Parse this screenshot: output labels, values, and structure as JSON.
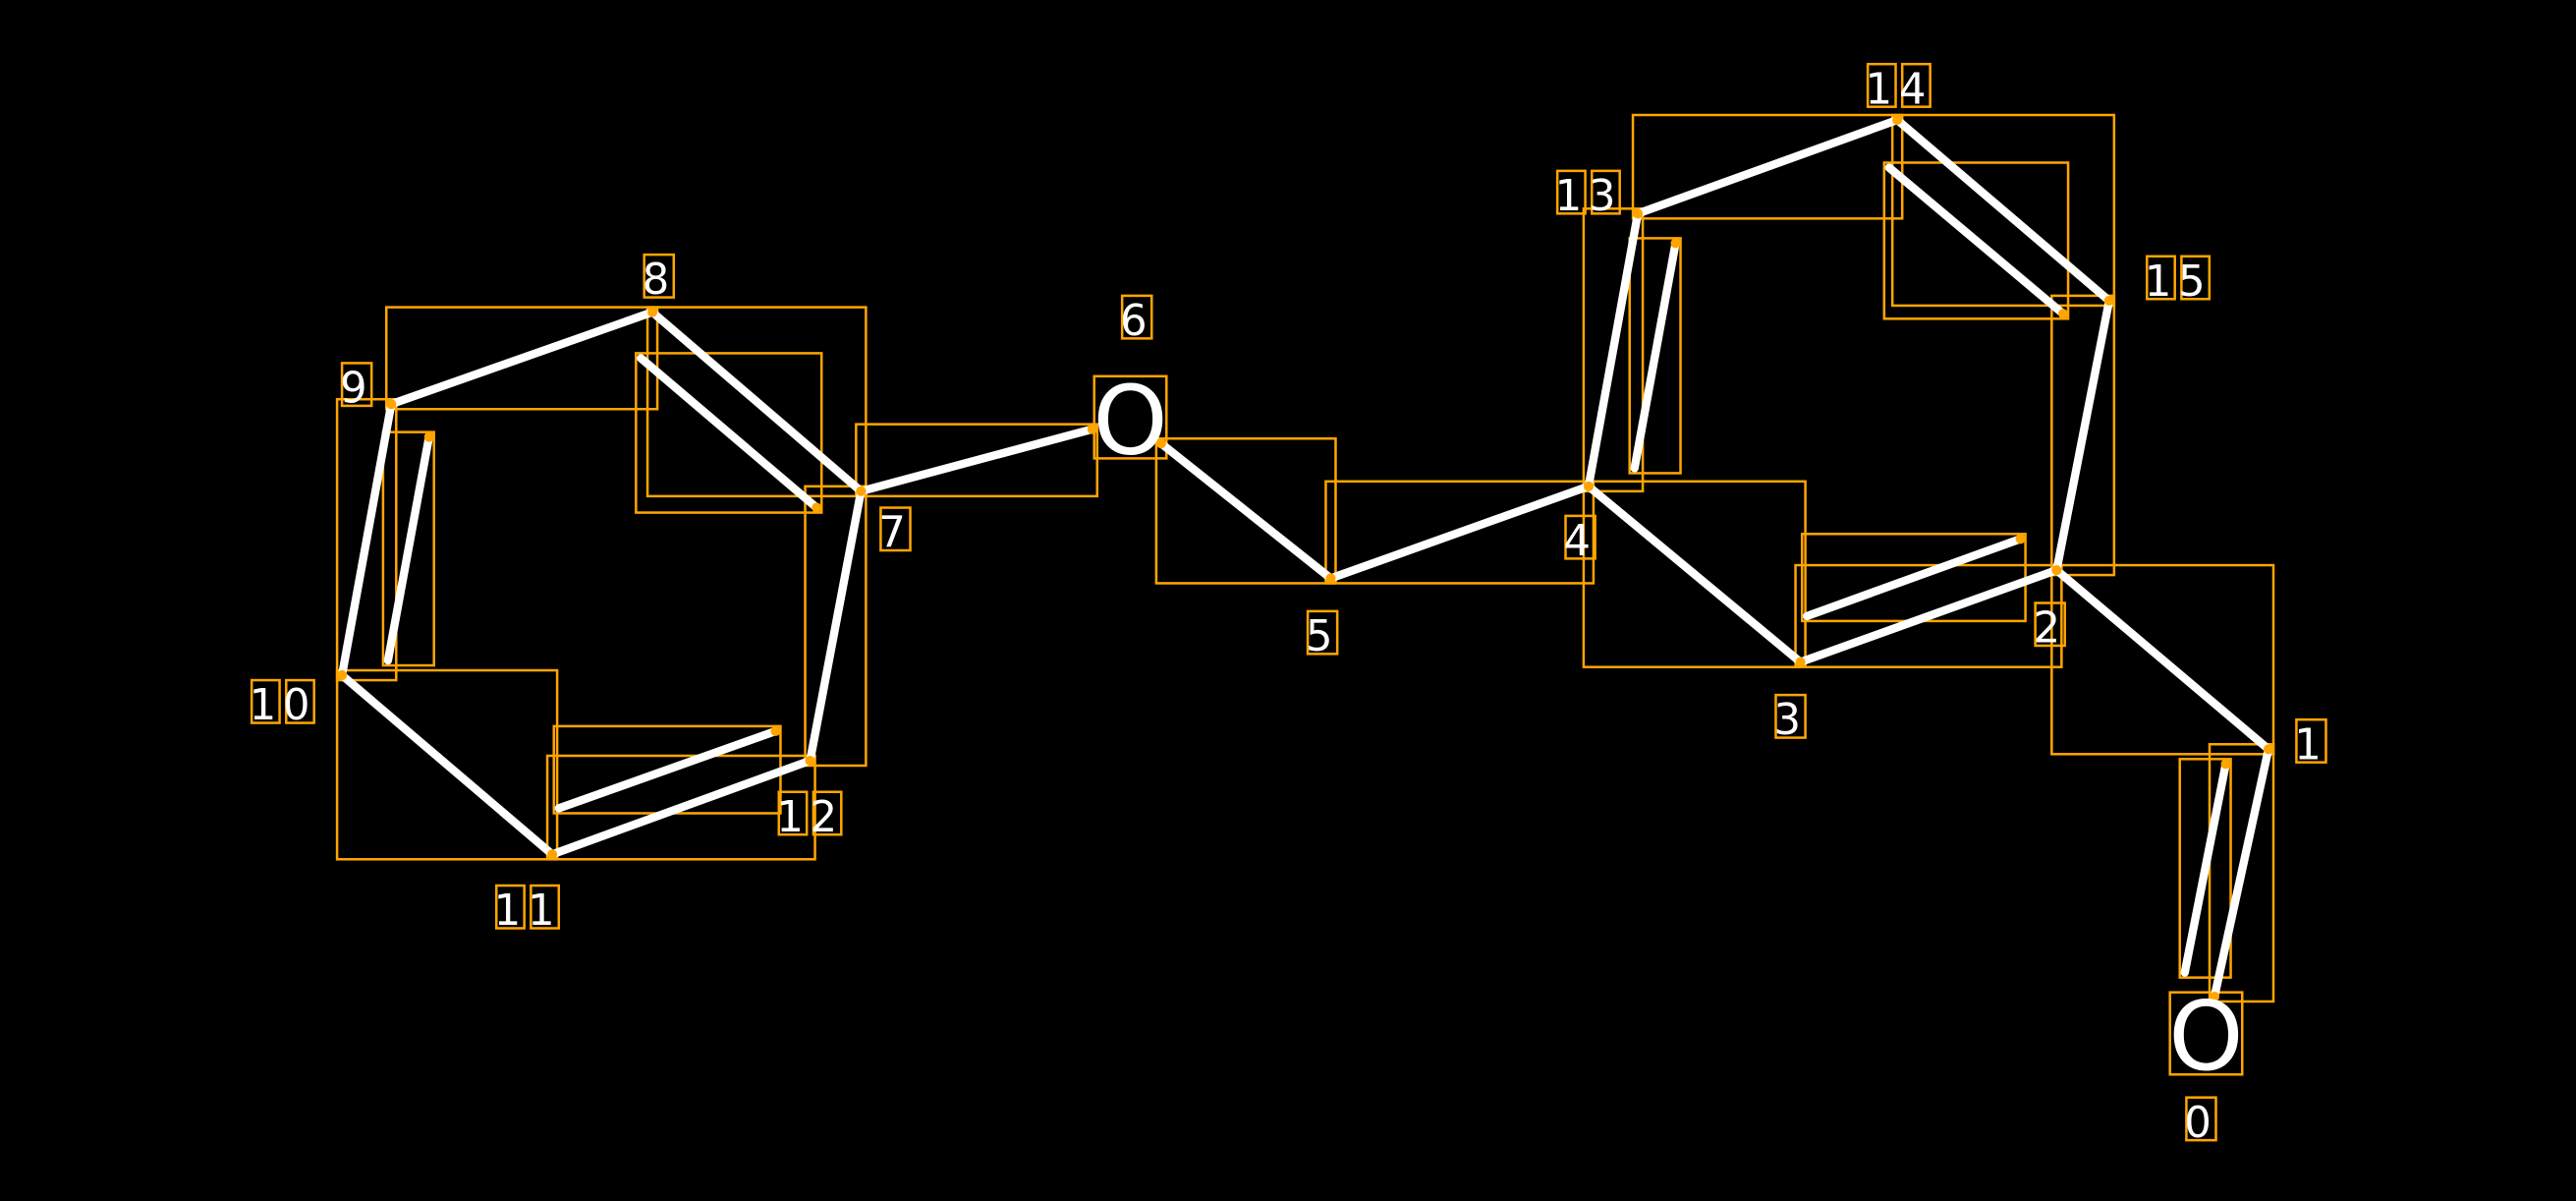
{
  "diagram": {
    "type": "molecule-graph-with-bounding-boxes",
    "colors": {
      "background": "#000000",
      "bond": "#FFFFFF",
      "box": "#FFA500",
      "text": "#FFFFFF"
    },
    "atoms": [
      {
        "index": "0",
        "symbol": "O"
      },
      {
        "index": "1",
        "symbol": ""
      },
      {
        "index": "2",
        "symbol": ""
      },
      {
        "index": "3",
        "symbol": ""
      },
      {
        "index": "4",
        "symbol": ""
      },
      {
        "index": "5",
        "symbol": ""
      },
      {
        "index": "6",
        "symbol": "O"
      },
      {
        "index": "7",
        "symbol": ""
      },
      {
        "index": "8",
        "symbol": ""
      },
      {
        "index": "9",
        "symbol": ""
      },
      {
        "index": "10",
        "symbol": ""
      },
      {
        "index": "11",
        "symbol": ""
      },
      {
        "index": "12",
        "symbol": ""
      },
      {
        "index": "13",
        "symbol": ""
      },
      {
        "index": "14",
        "symbol": ""
      },
      {
        "index": "15",
        "symbol": ""
      }
    ],
    "bonds": [
      {
        "from": 0,
        "to": 1,
        "order": 2
      },
      {
        "from": 1,
        "to": 2,
        "order": 1
      },
      {
        "from": 2,
        "to": 3,
        "order": 2
      },
      {
        "from": 3,
        "to": 4,
        "order": 1
      },
      {
        "from": 4,
        "to": 5,
        "order": 1
      },
      {
        "from": 5,
        "to": 6,
        "order": 1
      },
      {
        "from": 6,
        "to": 7,
        "order": 1
      },
      {
        "from": 7,
        "to": 8,
        "order": 2
      },
      {
        "from": 8,
        "to": 9,
        "order": 1
      },
      {
        "from": 9,
        "to": 10,
        "order": 2
      },
      {
        "from": 10,
        "to": 11,
        "order": 1
      },
      {
        "from": 11,
        "to": 12,
        "order": 2
      },
      {
        "from": 12,
        "to": 7,
        "order": 1
      },
      {
        "from": 4,
        "to": 13,
        "order": 2
      },
      {
        "from": 13,
        "to": 14,
        "order": 1
      },
      {
        "from": 14,
        "to": 15,
        "order": 2
      },
      {
        "from": 15,
        "to": 2,
        "order": 1
      }
    ]
  }
}
